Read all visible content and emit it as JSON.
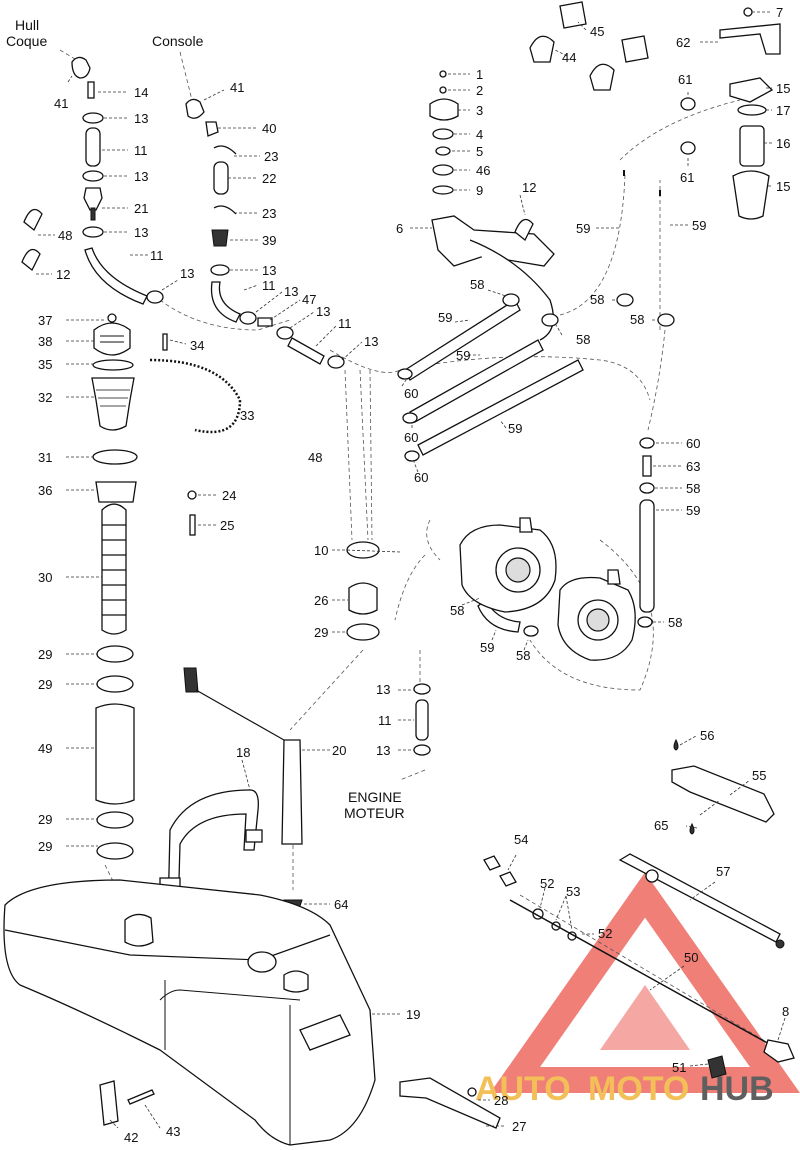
{
  "notes": {
    "hull": "Hull",
    "coque": "Coque",
    "console": "Console",
    "engine": "ENGINE",
    "moteur": "MOTEUR"
  },
  "callouts": {
    "c1": "1",
    "c2": "2",
    "c3": "3",
    "c4": "4",
    "c5": "5",
    "c6": "6",
    "c7": "7",
    "c8": "8",
    "c9": "9",
    "c10": "10",
    "c11a": "11",
    "c11b": "11",
    "c11c": "11",
    "c11d": "11",
    "c11e": "11",
    "c12a": "12",
    "c12b": "12",
    "c13a": "13",
    "c13b": "13",
    "c13c": "13",
    "c13d": "13",
    "c13e": "13",
    "c13f": "13",
    "c13g": "13",
    "c13h": "13",
    "c13i": "13",
    "c14": "14",
    "c15a": "15",
    "c15b": "15",
    "c16": "16",
    "c17": "17",
    "c18": "18",
    "c19": "19",
    "c20": "20",
    "c21": "21",
    "c22": "22",
    "c23a": "23",
    "c23b": "23",
    "c24": "24",
    "c25": "25",
    "c26": "26",
    "c27": "27",
    "c28": "28",
    "c29a": "29",
    "c29b": "29",
    "c29c": "29",
    "c29d": "29",
    "c29e": "29",
    "c30": "30",
    "c31": "31",
    "c32": "32",
    "c33": "33",
    "c34": "34",
    "c35": "35",
    "c36": "36",
    "c37": "37",
    "c38": "38",
    "c39": "39",
    "c40": "40",
    "c41a": "41",
    "c41b": "41",
    "c42": "42",
    "c43": "43",
    "c44": "44",
    "c45": "45",
    "c46": "46",
    "c47": "47",
    "c48a": "48",
    "c48b": "48",
    "c49": "49",
    "c50": "50",
    "c51": "51",
    "c52a": "52",
    "c52b": "52",
    "c53": "53",
    "c54": "54",
    "c55": "55",
    "c56": "56",
    "c57": "57",
    "c58a": "58",
    "c58b": "58",
    "c58c": "58",
    "c58d": "58",
    "c58e": "58",
    "c58f": "58",
    "c58g": "58",
    "c58h": "58",
    "c59a": "59",
    "c59b": "59",
    "c59c": "59",
    "c59d": "59",
    "c59e": "59",
    "c59f": "59",
    "c59g": "59",
    "c60a": "60",
    "c60b": "60",
    "c60c": "60",
    "c60d": "60",
    "c61a": "61",
    "c61b": "61",
    "c62": "62",
    "c63": "63",
    "c64": "64",
    "c65": "65"
  },
  "watermark": {
    "auto": "AUTO",
    "moto": "MOTO",
    "hub": "HUB",
    "colors": {
      "triangle": "#e8443a",
      "auto_text": "#f0b53b",
      "hub_text": "#444444"
    }
  }
}
